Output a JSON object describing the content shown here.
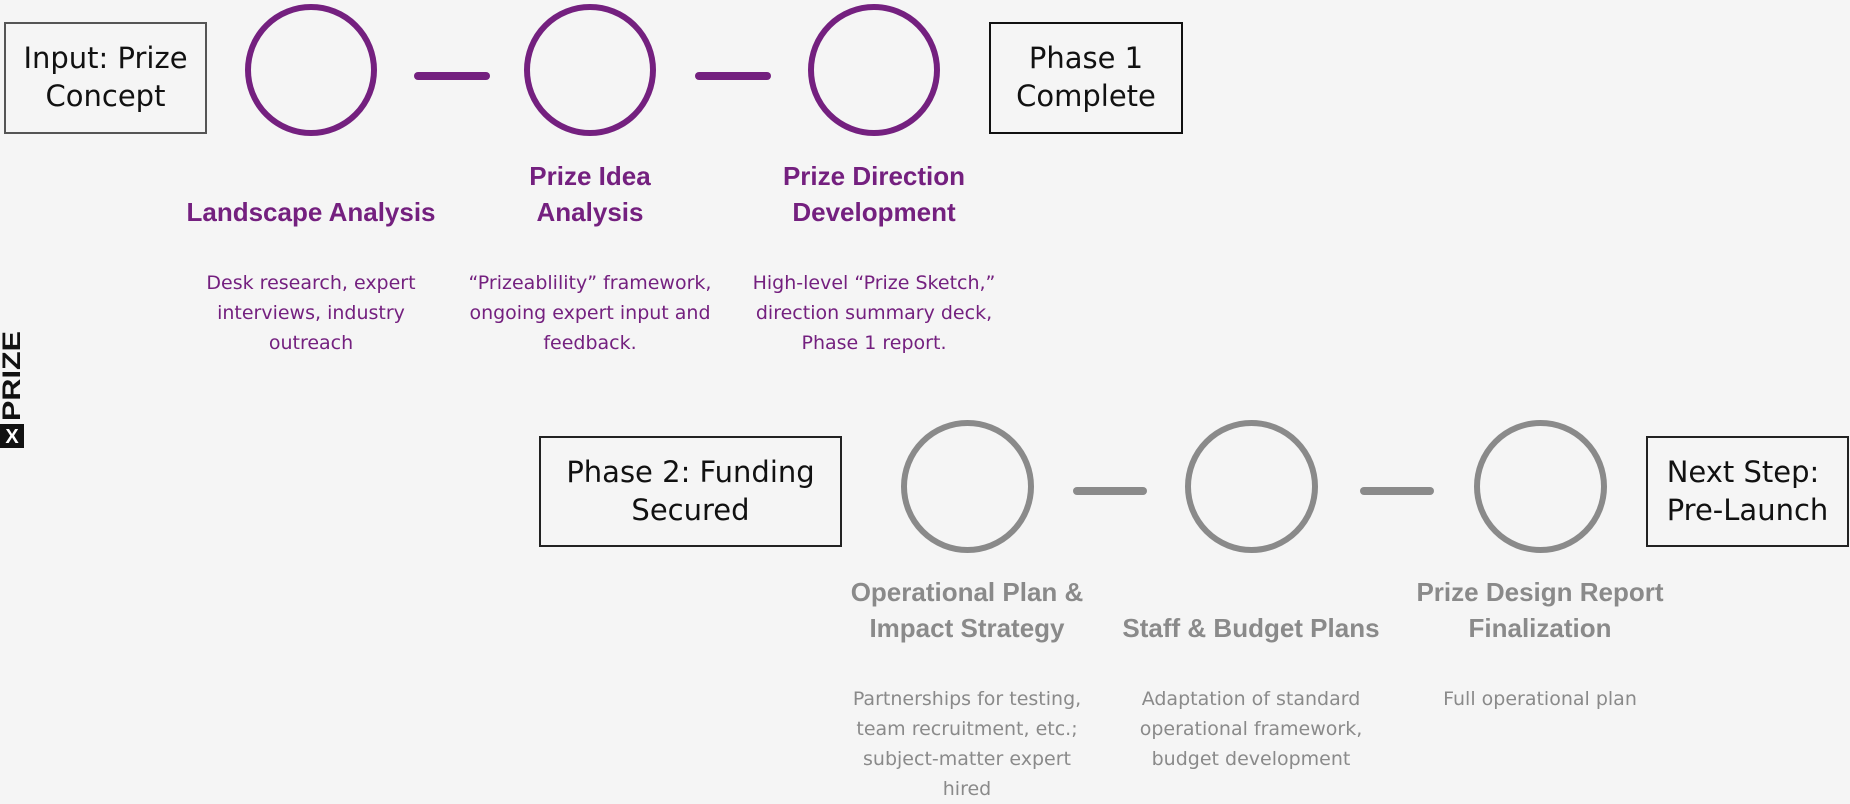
{
  "colors": {
    "purple": "#74207f",
    "gray": "#8a8a8a",
    "background": "#f5f5f5",
    "border": "#222222"
  },
  "logo": {
    "mark": "X",
    "text": "PRIZE"
  },
  "phase1": {
    "input_box": "Input: Prize\nConcept",
    "complete_box": "Phase 1\nComplete",
    "steps": [
      {
        "title": "Landscape Analysis",
        "description": "Desk research, expert\ninterviews, industry\noutreach"
      },
      {
        "title": "Prize Idea\nAnalysis",
        "description": "“Prizeablility” framework,\nongoing expert input and\nfeedback."
      },
      {
        "title": "Prize Direction\nDevelopment",
        "description": "High-level “Prize Sketch,”\ndirection summary deck,\nPhase 1 report."
      }
    ]
  },
  "phase2": {
    "funding_box": "Phase 2: Funding\nSecured",
    "next_box": "Next Step:\nPre-Launch",
    "steps": [
      {
        "title": "Operational Plan &\nImpact Strategy",
        "description": "Partnerships for testing,\nteam recruitment, etc.;\nsubject-matter expert\nhired"
      },
      {
        "title": "Staff & Budget Plans",
        "description": "Adaptation of standard\noperational framework,\nbudget development"
      },
      {
        "title": "Prize Design Report\nFinalization",
        "description": "Full operational plan"
      }
    ]
  }
}
